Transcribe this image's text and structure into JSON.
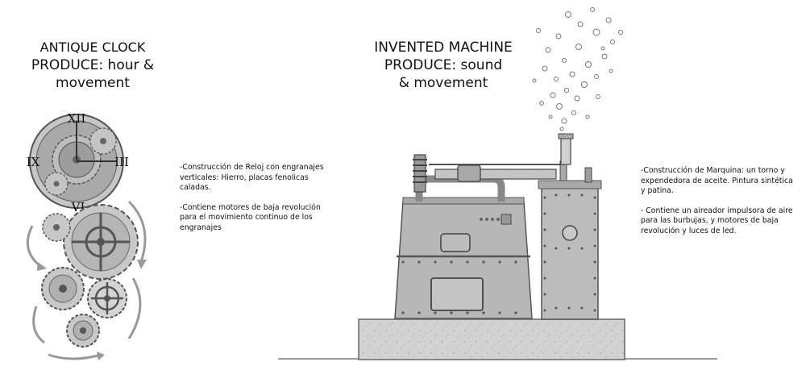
{
  "clock": {
    "title_line1": "ANTIQUE CLOCK",
    "title_line2": "PRODUCE: hour &",
    "title_line3": "movement",
    "numerals": {
      "top": "XII",
      "right": "III",
      "bottom": "VI",
      "left": "IX"
    },
    "notes": [
      "-Construcción de Reloj con engranajes verticales: Hierro, placas fenolicas caladas.",
      "-Contiene motores de baja revolución para el movimiento continuo de los engranajes"
    ]
  },
  "machine": {
    "title_line1": "INVENTED MACHINE",
    "title_line2": "PRODUCE: sound",
    "title_line3": "& movement",
    "notes": [
      "-Construcción de Marquina: un torno y expendedora de aceite. Pintura sintética y patina.",
      "- Contiene un aireador impulsora de aire para las burbujas, y motores de baja revolución y luces de led."
    ]
  },
  "colors": {
    "metal": "#b9b9b9",
    "metal_dark": "#8a8a8a",
    "stroke": "#555555",
    "base": "#cfcfcf"
  },
  "icons": [
    "gear-icon",
    "bubble-icon",
    "rotation-arrow-icon"
  ]
}
